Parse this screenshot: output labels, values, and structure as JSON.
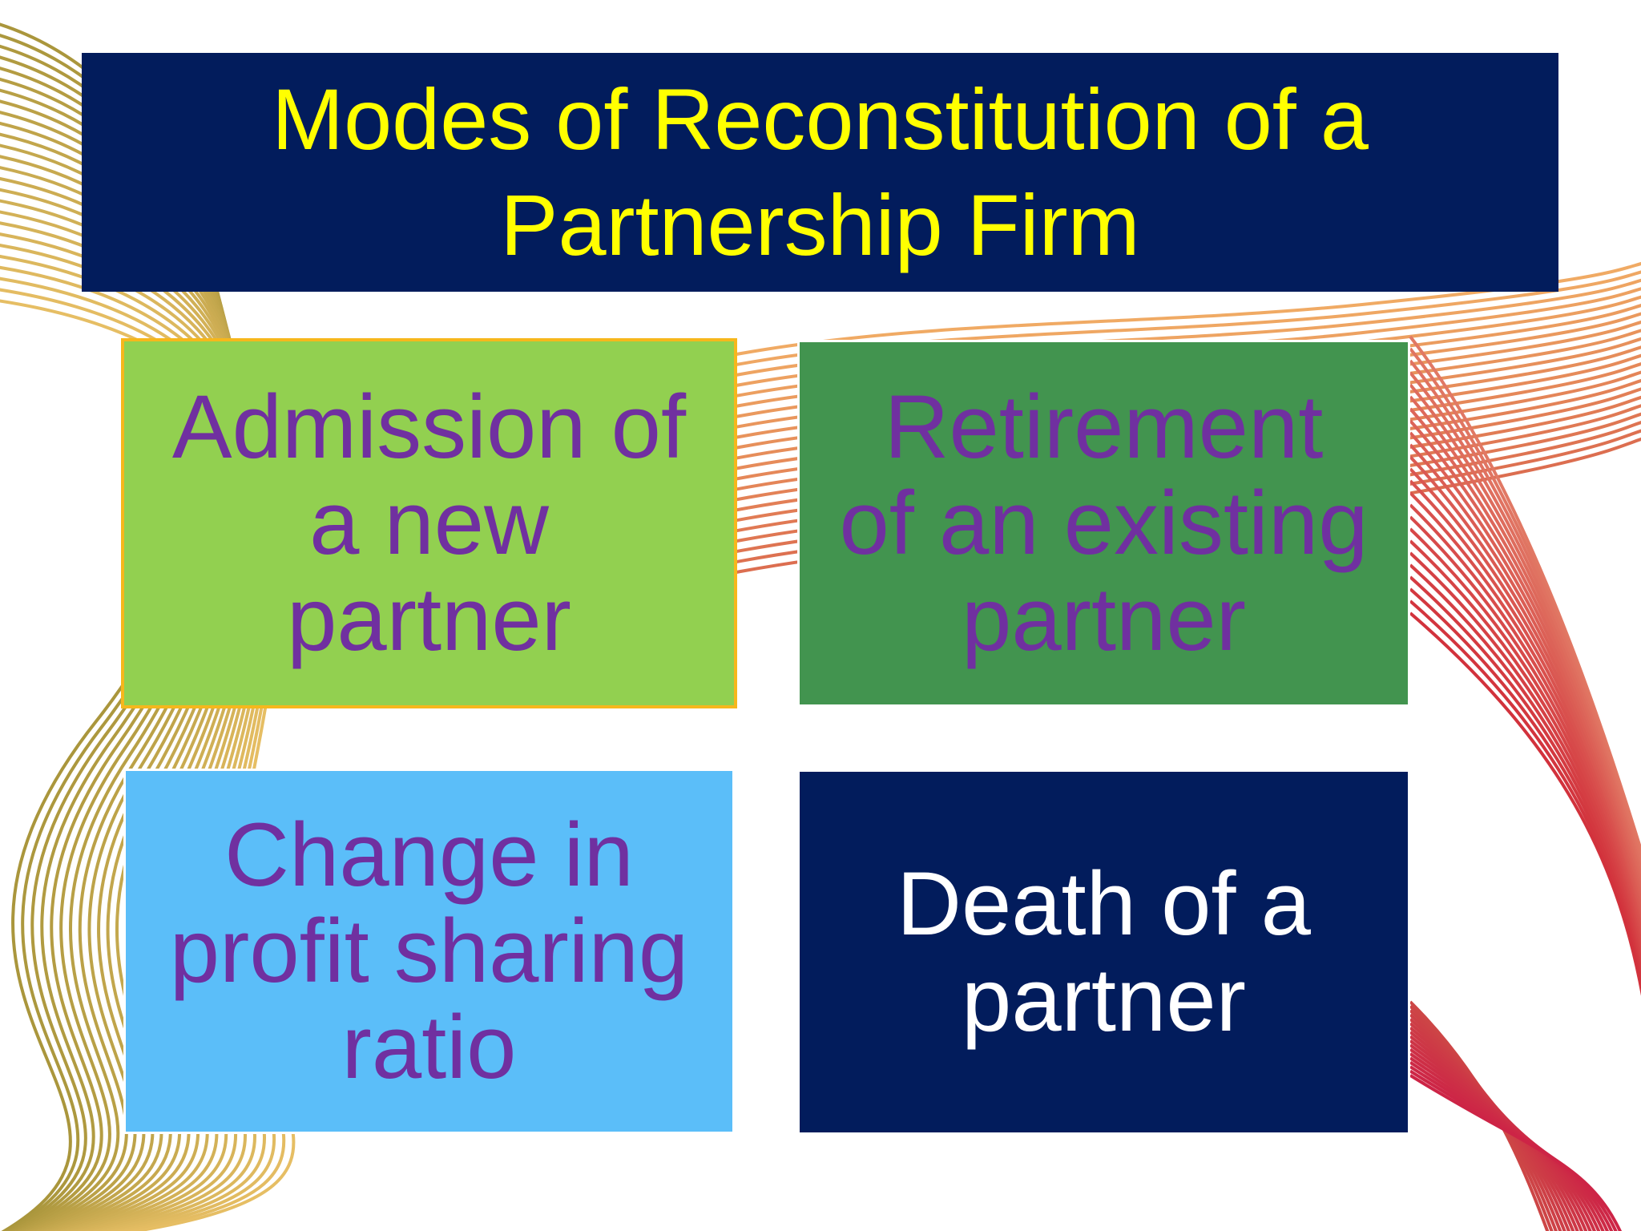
{
  "slide": {
    "title": "Modes of Reconstitution of a\nPartnership Firm",
    "colors": {
      "title_bg": "#021c5c",
      "title_text": "#ffff00",
      "box_text_purple": "#7030a0",
      "box_text_white": "#ffffff"
    },
    "boxes": [
      {
        "label": "Admission of\na new\npartner",
        "bg": "#92d050",
        "text_color": "#7030a0"
      },
      {
        "label": "Retirement\nof an existing\npartner",
        "bg": "#42944f",
        "text_color": "#7030a0"
      },
      {
        "label": "Change in\nprofit sharing\nratio",
        "bg": "#5bbef9",
        "text_color": "#7030a0"
      },
      {
        "label": "Death of a\npartner",
        "bg": "#021c5c",
        "text_color": "#ffffff"
      }
    ]
  }
}
